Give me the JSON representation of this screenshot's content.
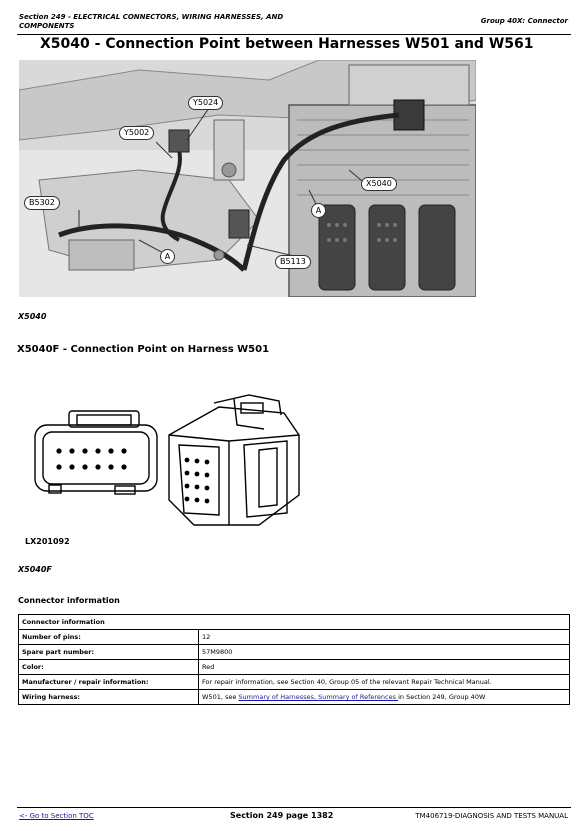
{
  "header": {
    "section": "Section 249 - ELECTRICAL CONNECTORS, WIRING HARNESSES, AND COMPONENTS",
    "group": "Group 40X: Connector"
  },
  "title": "X5040 - Connection Point between Harnesses W501 and W561",
  "photo": {
    "callouts": {
      "y5024": "Y5024",
      "y5002": "Y5002",
      "b5302": "B5302",
      "x5040": "X5040",
      "b5113": "B5113",
      "a": "A"
    }
  },
  "photo_caption": "X5040",
  "subtitle": "X5040F - Connection Point on Harness W501",
  "figure_code": "LX201092",
  "figure_caption": "X5040F",
  "connector_section_title": "Connector information",
  "table": {
    "heading": "Connector information",
    "rows": [
      {
        "label": "Number of pins:",
        "value": "12"
      },
      {
        "label": "Spare part number:",
        "value": "57M9800"
      },
      {
        "label": "Color:",
        "value": "Red"
      },
      {
        "label": "Manufacturer / repair information:",
        "value": "For repair information, see Section 40, Group 05 of the relevant Repair Technical Manual."
      }
    ],
    "wiring": {
      "label": "Wiring harness:",
      "prefix": "W501, see ",
      "link1": "Summary of Harnesses",
      "sep": ", ",
      "link2": "Summary of References ",
      "suffix": "in Section 249, Group 40W"
    }
  },
  "footer": {
    "toc_link": "<- Go to Section TOC",
    "page": "Section 249 page 1382",
    "manual": "TM406719-DIAGNOSIS AND TESTS MANUAL"
  }
}
